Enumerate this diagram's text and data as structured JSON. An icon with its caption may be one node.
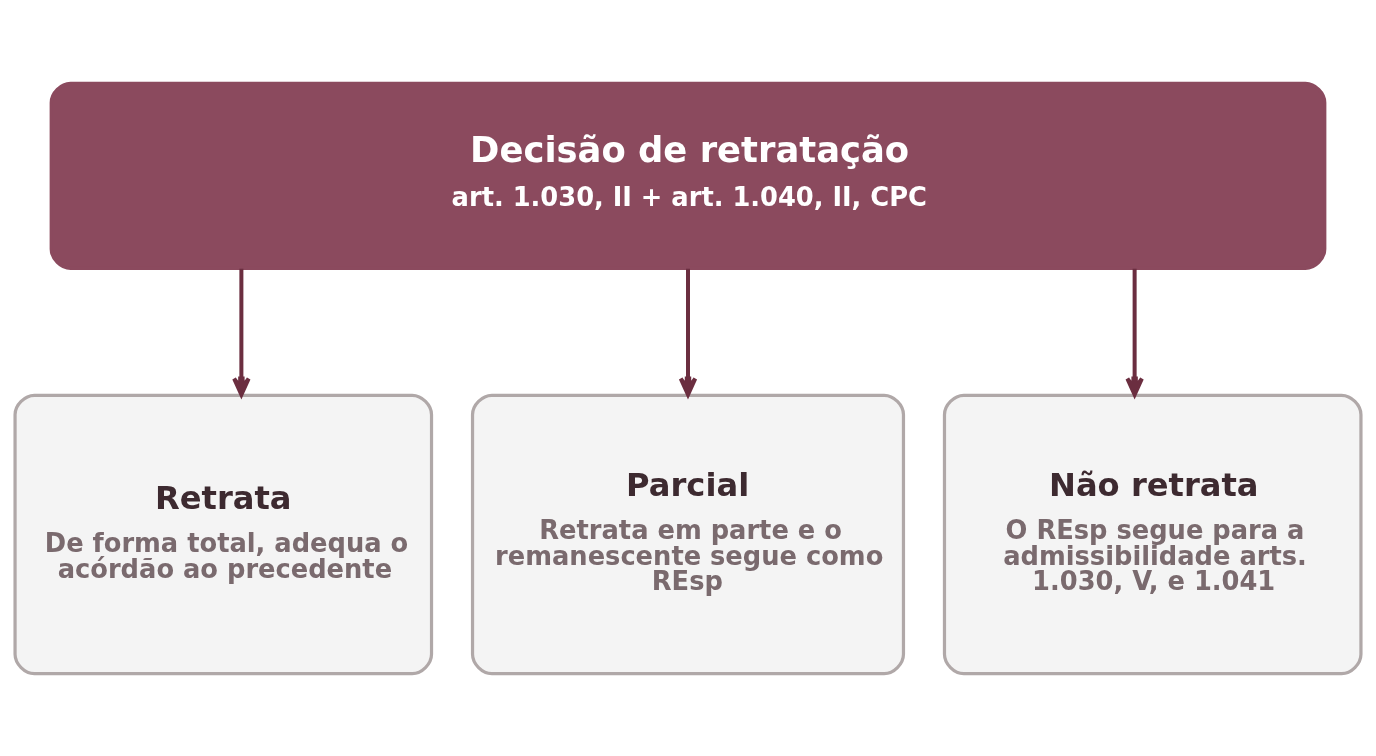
{
  "diagram": {
    "nodes": [
      {
        "text": [
          "Decisão de retratação",
          "art. 1.030, II + art. 1.040, II, CPC"
        ]
      },
      {
        "text": [
          "Retrata",
          "De forma total, adequa o acórdão ao precedente"
        ]
      },
      {
        "text": [
          "Parcial",
          "Retrata em parte e o remanescente segue como REsp"
        ]
      },
      {
        "text": [
          "Não retrata",
          "O REsp segue para a admissibilidade arts. 1.030, V, e 1.041"
        ]
      }
    ],
    "edges": [
      {
        "from": 0,
        "to": 1,
        "arrow": "to"
      },
      {
        "from": 0,
        "to": 2,
        "arrow": "to"
      },
      {
        "from": 0,
        "to": 3,
        "arrow": "to"
      }
    ]
  }
}
